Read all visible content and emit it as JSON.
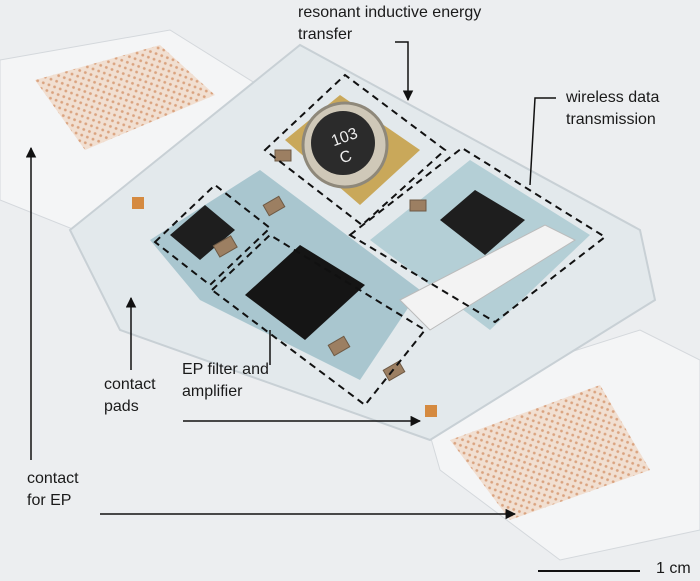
{
  "labels": {
    "energy_transfer": [
      "resonant inductive energy",
      "transfer"
    ],
    "wireless": [
      "wireless data",
      "transmission"
    ],
    "contact_pads": [
      "contact",
      "pads"
    ],
    "ep_filter": [
      "EP filter and",
      "amplifier"
    ],
    "contact_ep": [
      "contact",
      "for EP"
    ],
    "scale": "1 cm"
  },
  "components": {
    "coil_marking": [
      "103",
      "C"
    ]
  },
  "colors": {
    "background": "#eceef0",
    "copper": "#d9a07c",
    "board": "#a9c6cf",
    "chip": "#222222"
  }
}
